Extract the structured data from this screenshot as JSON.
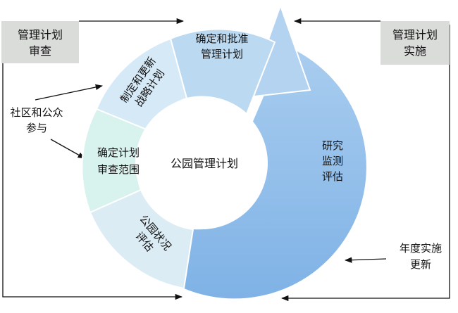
{
  "center_label": "公园管理计划",
  "boxes": {
    "review": {
      "lines": [
        "管理计划",
        "审查"
      ]
    },
    "implement": {
      "lines": [
        "管理计划",
        "实施"
      ]
    }
  },
  "segments": {
    "approve": {
      "lines": [
        "确定和批准",
        "管理计划"
      ]
    },
    "strategy": {
      "lines": [
        "制定和更新",
        "战略计划"
      ]
    },
    "scope": {
      "lines": [
        "确定计划",
        "审查范围"
      ]
    },
    "status": {
      "lines": [
        "公园状况",
        "评估"
      ]
    },
    "research": {
      "lines": [
        "研究",
        "监测",
        "评估"
      ]
    }
  },
  "notes": {
    "community": {
      "lines": [
        "社区和公众",
        "参与"
      ]
    },
    "annual": {
      "lines": [
        "年度实施",
        "更新"
      ]
    }
  },
  "colors": {
    "box_fill": "#d9dcd9",
    "big_arc": "#8fbbe8",
    "seg_approve": "#bcd9f2",
    "seg_strategy": "#d6e9f7",
    "seg_scope": "#d8f2ee",
    "seg_status": "#dcecf5",
    "arrow_head": "#b3d3f0"
  }
}
